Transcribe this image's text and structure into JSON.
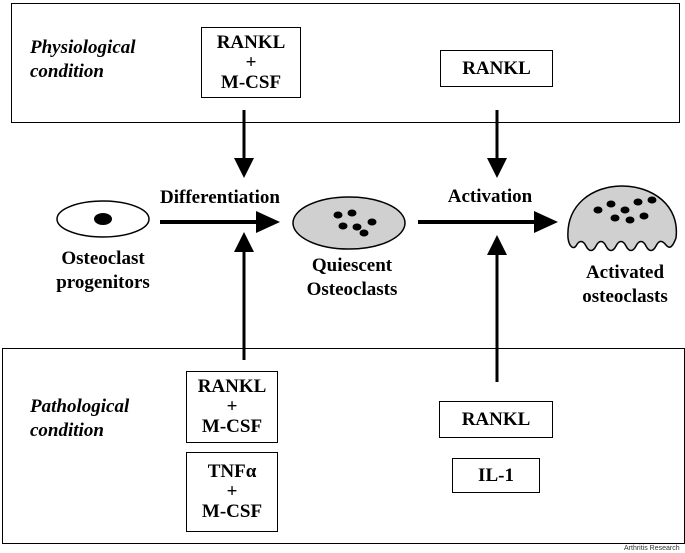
{
  "physiological": {
    "label_line1": "Physiological",
    "label_line2": "condition",
    "diff_box": {
      "line1": "RANKL",
      "line2": "+",
      "line3": "M-CSF"
    },
    "act_box": "RANKL"
  },
  "pathological": {
    "label_line1": "Pathological",
    "label_line2": "condition",
    "diff_box1": {
      "line1": "RANKL",
      "line2": "+",
      "line3": "M-CSF"
    },
    "diff_box2": {
      "line1": "TNFα",
      "line2": "+",
      "line3": "M-CSF"
    },
    "act_box1": "RANKL",
    "act_box2": "IL-1"
  },
  "pathway": {
    "differentiation": "Differentiation",
    "activation": "Activation",
    "progenitors_line1": "Osteoclast",
    "progenitors_line2": "progenitors",
    "quiescent_line1": "Quiescent",
    "quiescent_line2": "Osteoclasts",
    "activated_line1": "Activated",
    "activated_line2": "osteoclasts"
  },
  "credit": "Arthritis Research",
  "colors": {
    "cell_fill": "#d0d0d0",
    "line": "#000000"
  }
}
